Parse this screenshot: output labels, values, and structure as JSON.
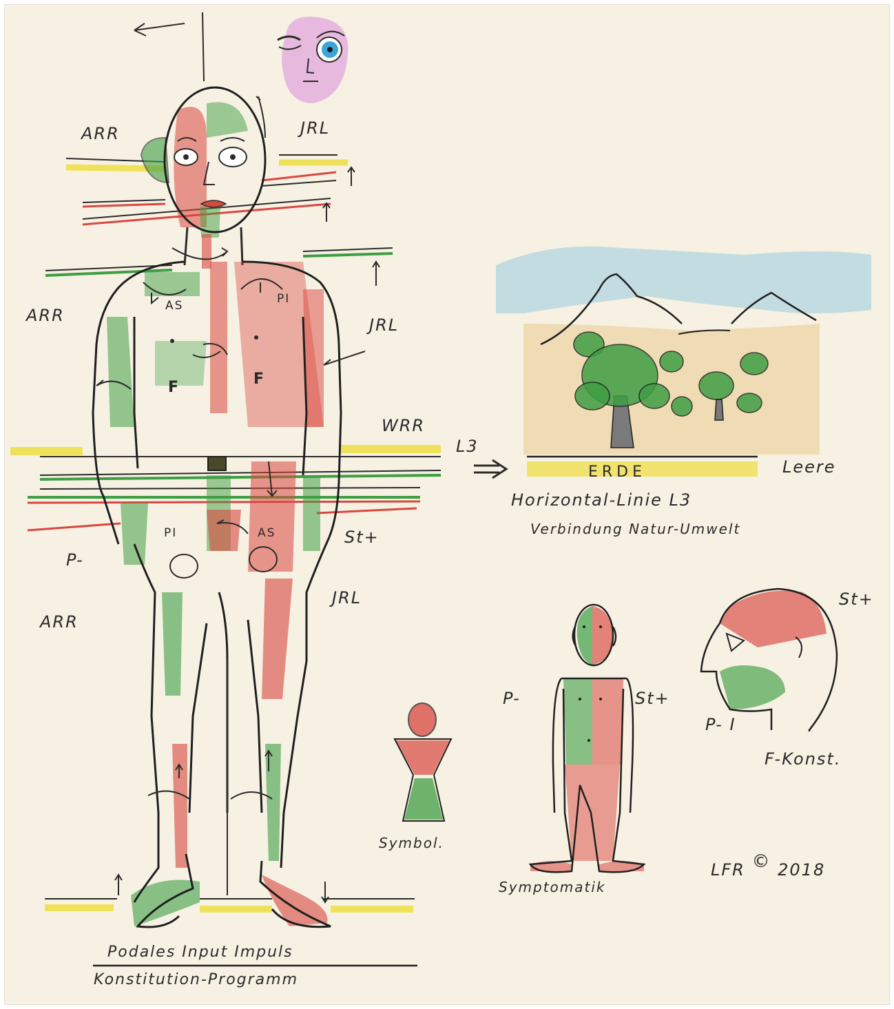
{
  "colors": {
    "paper": "#f6f1e3",
    "ink": "#2a2a2a",
    "red": "#d9473f",
    "green": "#3f9e44",
    "yellow": "#f0e15a",
    "sky": "#8fc7e0",
    "ochre": "#e9c37a"
  },
  "icons": [
    "arrow-left-icon",
    "winking-face-icon",
    "double-arrow-right-icon",
    "copyright-icon"
  ],
  "left_figure": {
    "label_arr_head": "ARR",
    "label_jrl_head": "JRL",
    "label_arr_shoulder": "ARR",
    "label_jrl_shoulder": "JRL",
    "label_as_chest": "AS",
    "label_pi_chest": "PI",
    "label_f_left": "F",
    "label_f_right": "F",
    "label_wrr": "WRR",
    "label_l3": "L3",
    "label_pi_hip": "PI",
    "label_as_hip": "AS",
    "label_st": "St+",
    "label_p": "P-",
    "label_jrl_leg": "JRL",
    "label_arr_leg": "ARR",
    "caption_top": "Podales Input Impuls",
    "caption_bottom": "Konstitution-Programm"
  },
  "landscape": {
    "ground_label": "ERDE",
    "leere": "Leere",
    "line1": "Horizontal-Linie L3",
    "line2": "Verbindung Natur-Umwelt"
  },
  "symbol": {
    "caption": "Symbol."
  },
  "symptom_figure": {
    "label_p": "P-",
    "label_st": "St+",
    "caption": "Symptomatik"
  },
  "profile_head": {
    "label_st": "St+",
    "label_p": "P- I",
    "caption": "F-Konst."
  },
  "signature": {
    "initials": "LFR",
    "copyright": "©",
    "year": "2018"
  }
}
